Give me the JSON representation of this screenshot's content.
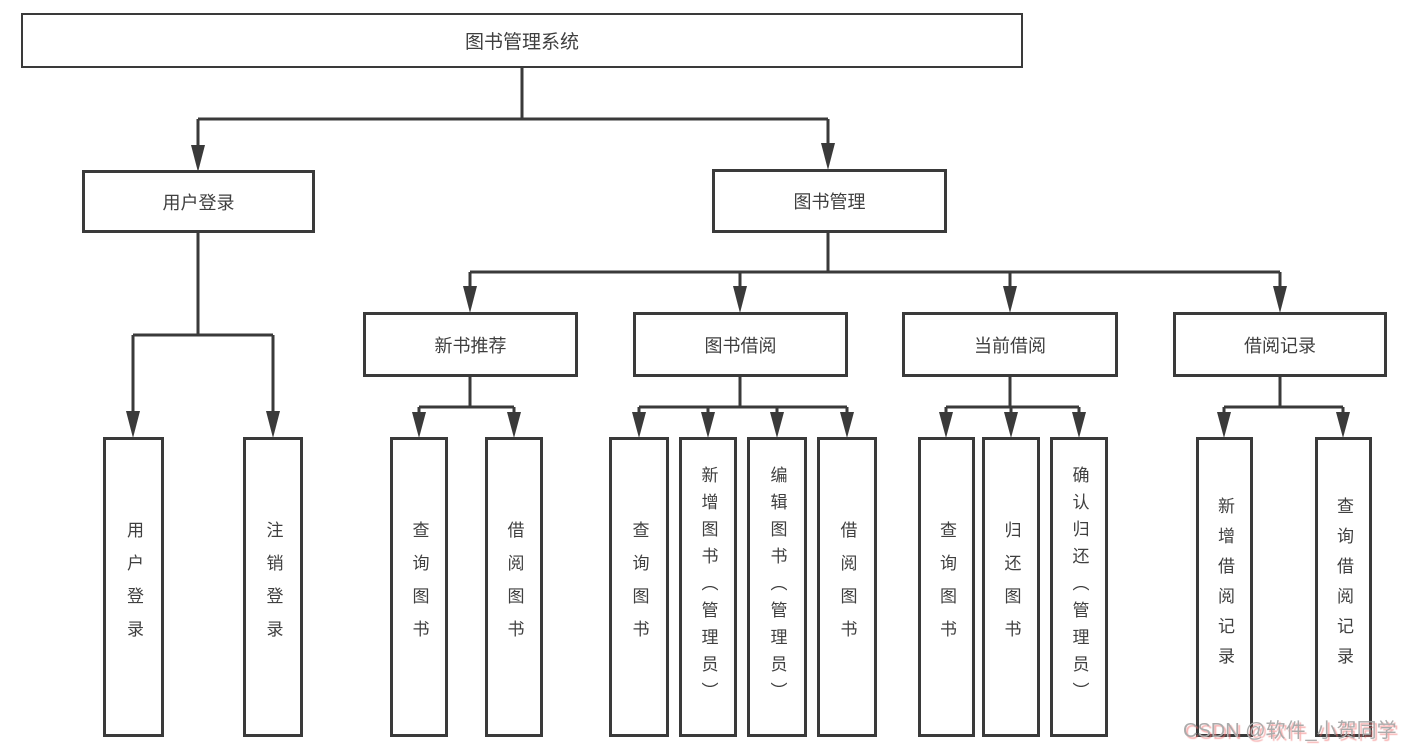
{
  "diagram": {
    "root": {
      "label": "图书管理系统"
    },
    "level2": [
      {
        "label": "用户登录"
      },
      {
        "label": "图书管理"
      }
    ],
    "level3": [
      {
        "label": "新书推荐"
      },
      {
        "label": "图书借阅"
      },
      {
        "label": "当前借阅"
      },
      {
        "label": "借阅记录"
      }
    ],
    "leaves": [
      {
        "label": "用户登录"
      },
      {
        "label": "注销登录"
      },
      {
        "label": "查询图书"
      },
      {
        "label": "借阅图书"
      },
      {
        "label": "查询图书"
      },
      {
        "label": "新增图书（管理员）"
      },
      {
        "label": "编辑图书（管理员）"
      },
      {
        "label": "借阅图书"
      },
      {
        "label": "查询图书"
      },
      {
        "label": "归还图书"
      },
      {
        "label": "确认归还（管理员）"
      },
      {
        "label": "新增借阅记录"
      },
      {
        "label": "查询借阅记录"
      }
    ]
  },
  "watermark": {
    "text": "CSDN @软件_小贺同学"
  },
  "colors": {
    "line": "#3a3a3a",
    "text": "#3f3f3f",
    "background": "#ffffff",
    "watermark_text": "#ababab",
    "watermark_shadow": "#f07070"
  }
}
